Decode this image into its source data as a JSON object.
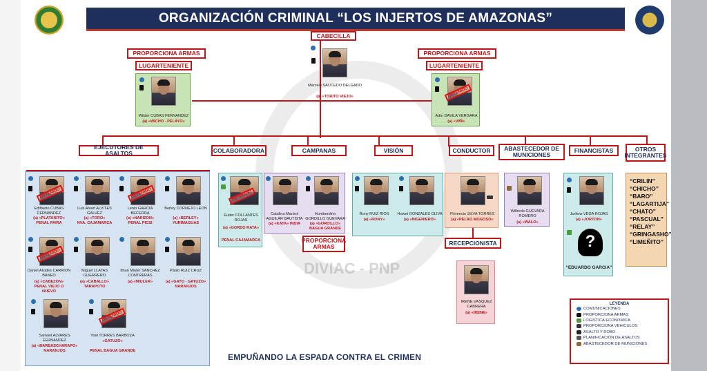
{
  "title": "ORGANIZACIÓN CRIMINAL “LOS INJERTOS DE AMAZONAS”",
  "slogan": "EMPUÑANDO LA ESPADA CONTRA EL CRIMEN",
  "watermark": "DIVIAC - PNP",
  "labels": {
    "cabecilla": "CABECILLA",
    "proporciona_armas_l": "PROPORCIONA ARMAS",
    "lugarteniente_l": "LUGARTENIENTE",
    "proporciona_armas_r": "PROPORCIONA ARMAS",
    "lugarteniente_r": "LUGARTENIENTE",
    "ejecutores": "EJECUTORES DE ASALTOS",
    "colaboradora": "COLABORADORA",
    "campanas": "CAMPANAS",
    "vision": "VISIÓN",
    "conductor": "CONDUCTOR",
    "abastecedor": "ABASTECEDOR DE MUNICIONES",
    "financistas": "FINANCISTAS",
    "otros": "OTROS INTEGRANTES",
    "proporciona_armas_c": "PROPORCIONA ARMAS",
    "recepcionista": "RECEPCIONISTA"
  },
  "leader": {
    "name": "Marcelo SAUCEDO DELGADO",
    "alias": "(a) «TORITO VIEJO»"
  },
  "lieut_left": {
    "name": "Wilder CUBAS FERNANDEZ",
    "alias": "(a) «WICHO - PELAYO»"
  },
  "lieut_right": {
    "name": "Adín DAVILA VERGARA",
    "alias": "(a) «VIÑI»"
  },
  "ejecutores": [
    {
      "name": "Edilberto CUBAS FERNANDEZ",
      "alias": "(a) «PLATANITO»",
      "place": "PENAL PAIRA"
    },
    {
      "name": "Luis Alvert ALVITES GALVEZ",
      "alias": "(a) «TORO»",
      "place": "NVA. CAJAMARCA"
    },
    {
      "name": "Lenin GARCIA BECERRA",
      "alias": "(a) «NARIZON»",
      "place": "PENAL PICSI"
    },
    {
      "name": "Berley CORNEJO LEON",
      "alias": "(a) «BERLEY»",
      "place": "YURIMAGUAS"
    },
    {
      "name": "Daniel Alcides CARRION BANEO",
      "alias": "(a) «CABEZON»",
      "place": "PENAL VIEJO O NUEVO"
    },
    {
      "name": "Miguel LLATAS GUERRERO",
      "alias": "(a) «CABALLO»",
      "place": "TARAPOTO"
    },
    {
      "name": "Ithan Miuler SANCHEZ CONTRERAS",
      "alias": "(a) «MIULER»",
      "place": ""
    },
    {
      "name": "Pablo RUIZ CRUZ",
      "alias": "(a) «GATO - GATUZO»",
      "place": "NARANJOS"
    },
    {
      "name": "Samuel ALVARES FERNANDEZ",
      "alias": "(a) «BARBASCHARAPO»",
      "place": "NARANJOS"
    },
    {
      "name": "Yoel TORRES BARBOZA",
      "alias": "«GATUZO»",
      "place": "PENAL BAGUA GRANDE"
    }
  ],
  "colaboradora": {
    "name": "Euder COLLANTES ROJAS",
    "alias": "(a) «GORDO RATA»",
    "place": "PENAL CAJAMARCA"
  },
  "campanas": [
    {
      "name": "Catalina Marisol AGUILAR BAUTISTA",
      "alias": "(a) «KATA» INDIA"
    },
    {
      "name": "Humberdino GORDILLO GUEVARA",
      "alias": "(a) «GORDILLO»",
      "place": "BAGUA GRANDE"
    }
  ],
  "vision": [
    {
      "name": "Rony RUIZ RIOS",
      "alias": "(a) «RONY»"
    },
    {
      "name": "Howel GONZALES OLIVA",
      "alias": "(a) «INGENIERO»"
    }
  ],
  "conductor": {
    "name": "Florencio SILVA TORRES",
    "alias": "(a) «PELAO MOGOSO»"
  },
  "recepcionista": {
    "name": "IRENE VASQUEZ CABRERA",
    "alias": "(a) «IRENE»"
  },
  "abastecedor": {
    "name": "Wilfredo GUEVARA ROMERO",
    "alias": "(a) «WALO»"
  },
  "financistas": [
    {
      "name": "Jorltow VEGA ROJAS",
      "alias": "(a) «JORTON»"
    },
    {
      "name": "",
      "alias": "“EDUARDO GARCIA”"
    }
  ],
  "otros": [
    "“CRILIN”",
    "“CHICHO”",
    "“BARO”",
    "“LAGARTIJA”",
    "“CHATO”",
    "“PASCUAL”",
    "“RELAY”",
    "“GRINGASHO”",
    "“LIMEÑITO”"
  ],
  "stamp_text": "DETENIDO",
  "legend": {
    "title": "LEYENDA",
    "items": [
      {
        "label": "COMUNICACIONES",
        "color": "#2a6fb0"
      },
      {
        "label": "PROPORCIONA ARMAS",
        "color": "#111111"
      },
      {
        "label": "LOGISTICA ECONOMICA",
        "color": "#4f9a3a"
      },
      {
        "label": "PROPORCIONA VEHICULOS",
        "color": "#333333"
      },
      {
        "label": "ASALTO Y ROBO",
        "color": "#222222"
      },
      {
        "label": "PLANIFICACIÓN DE ASALTOS",
        "color": "#555555"
      },
      {
        "label": "ABASTECEDOR DE MUNICIONES",
        "color": "#8a6a3a"
      }
    ]
  }
}
